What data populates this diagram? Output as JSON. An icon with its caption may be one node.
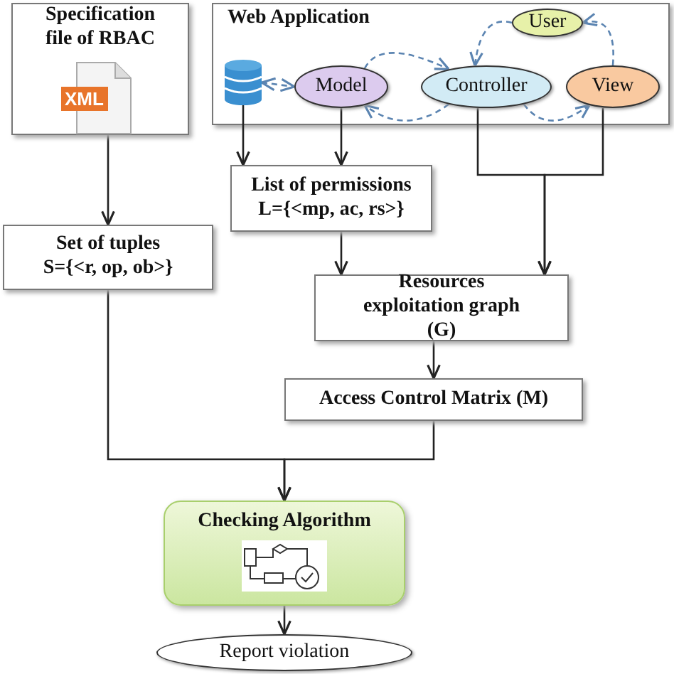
{
  "diagram": {
    "nodes": [
      {
        "text": [
          "Specification file of RBAC"
        ]
      },
      {
        "text": [
          "Web Application"
        ]
      },
      {
        "text": [],
        "shape": "cylinder",
        "in": 1
      },
      {
        "text": [
          "Model"
        ],
        "in": 1
      },
      {
        "text": [
          "Controller"
        ],
        "in": 1
      },
      {
        "text": [
          "View"
        ],
        "in": 1
      },
      {
        "text": [
          "User"
        ],
        "in": 1
      },
      {
        "text": [
          "List of permissions",
          "L={<mp, ac, rs>}"
        ]
      },
      {
        "text": [
          "Set of tuples",
          "S={<r, op, ob>}"
        ]
      },
      {
        "text": [
          "Resources exploitation graph (G)"
        ]
      },
      {
        "text": [
          "Access Control Matrix (M)"
        ]
      },
      {
        "text": [
          "Checking Algorithm"
        ]
      },
      {
        "text": [
          "Report violation"
        ]
      }
    ],
    "edges": [
      {
        "from": 2,
        "to": 3,
        "arrow": "both",
        "style": "dashed",
        "color": "#5b84b1"
      },
      {
        "from": 3,
        "to": 4,
        "arrow": "to",
        "style": "dashed",
        "color": "#5b84b1"
      },
      {
        "from": 4,
        "to": 3,
        "arrow": "to",
        "style": "dashed",
        "color": "#5b84b1"
      },
      {
        "from": 4,
        "to": 5,
        "arrow": "to",
        "style": "dashed",
        "color": "#5b84b1"
      },
      {
        "from": 6,
        "to": 4,
        "arrow": "to",
        "style": "dashed",
        "color": "#5b84b1"
      },
      {
        "from": 5,
        "to": 6,
        "arrow": "to",
        "style": "dashed",
        "color": "#5b84b1"
      },
      {
        "from": 2,
        "to": 7,
        "arrow": "to"
      },
      {
        "from": 3,
        "to": 7,
        "arrow": "to"
      },
      {
        "from": 4,
        "to": 9,
        "arrow": "to"
      },
      {
        "from": 5,
        "to": 9,
        "arrow": "to"
      },
      {
        "from": 0,
        "to": 8,
        "arrow": "to"
      },
      {
        "from": 7,
        "to": 9,
        "arrow": "to"
      },
      {
        "from": 9,
        "to": 10,
        "arrow": "to"
      },
      {
        "from": 8,
        "to": 11,
        "arrow": "to"
      },
      {
        "from": 10,
        "to": 11,
        "arrow": "to"
      },
      {
        "from": 11,
        "to": 12,
        "arrow": "to"
      }
    ],
    "labels": [
      "XML"
    ]
  }
}
